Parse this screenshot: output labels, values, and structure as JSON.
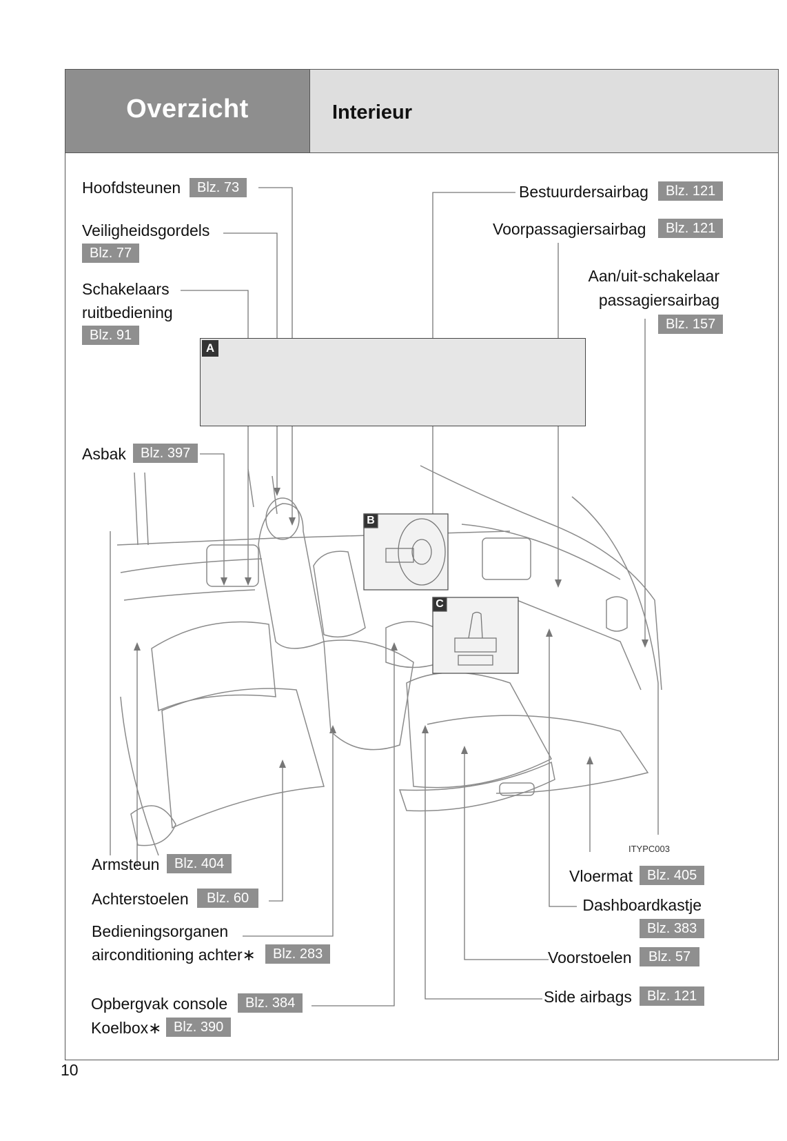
{
  "header": {
    "section": "Overzicht",
    "title": "Interieur"
  },
  "image_code": "ITYPC003",
  "page_number": "10",
  "box_keys": {
    "a": "A",
    "b": "B",
    "c": "C"
  },
  "labels": {
    "hoofdsteunen": {
      "text": "Hoofdsteunen",
      "page": "Blz. 73"
    },
    "veiligheidsgordels": {
      "text": "Veiligheidsgordels",
      "page": "Blz. 77"
    },
    "schakelaars": {
      "line1": "Schakelaars",
      "line2": "ruitbediening",
      "page": "Blz. 91"
    },
    "asbak": {
      "text": "Asbak",
      "page": "Blz. 397"
    },
    "bestuurdersairbag": {
      "text": "Bestuurdersairbag",
      "page": "Blz. 121"
    },
    "voorpassagiersairbag": {
      "text": "Voorpassagiersairbag",
      "page": "Blz. 121"
    },
    "aanuit": {
      "line1": "Aan/uit-schakelaar",
      "line2": "passagiersairbag",
      "page": "Blz. 157"
    },
    "armsteun": {
      "text": "Armsteun",
      "page": "Blz. 404"
    },
    "achterstoelen": {
      "text": "Achterstoelen",
      "page": "Blz. 60"
    },
    "bedieningsorganen": {
      "line1": "Bedieningsorganen",
      "line2": "airconditioning achter∗",
      "page": "Blz. 283"
    },
    "opbergvak": {
      "text": "Opbergvak console",
      "page": "Blz. 384"
    },
    "koelbox": {
      "text": "Koelbox∗",
      "page": "Blz. 390"
    },
    "vloermat": {
      "text": "Vloermat",
      "page": "Blz. 405"
    },
    "dashboardkastje": {
      "text": "Dashboardkastje",
      "page": "Blz. 383"
    },
    "voorstoelen": {
      "text": "Voorstoelen",
      "page": "Blz. 57"
    },
    "sideairbags": {
      "text": "Side airbags",
      "page": "Blz. 121"
    }
  }
}
